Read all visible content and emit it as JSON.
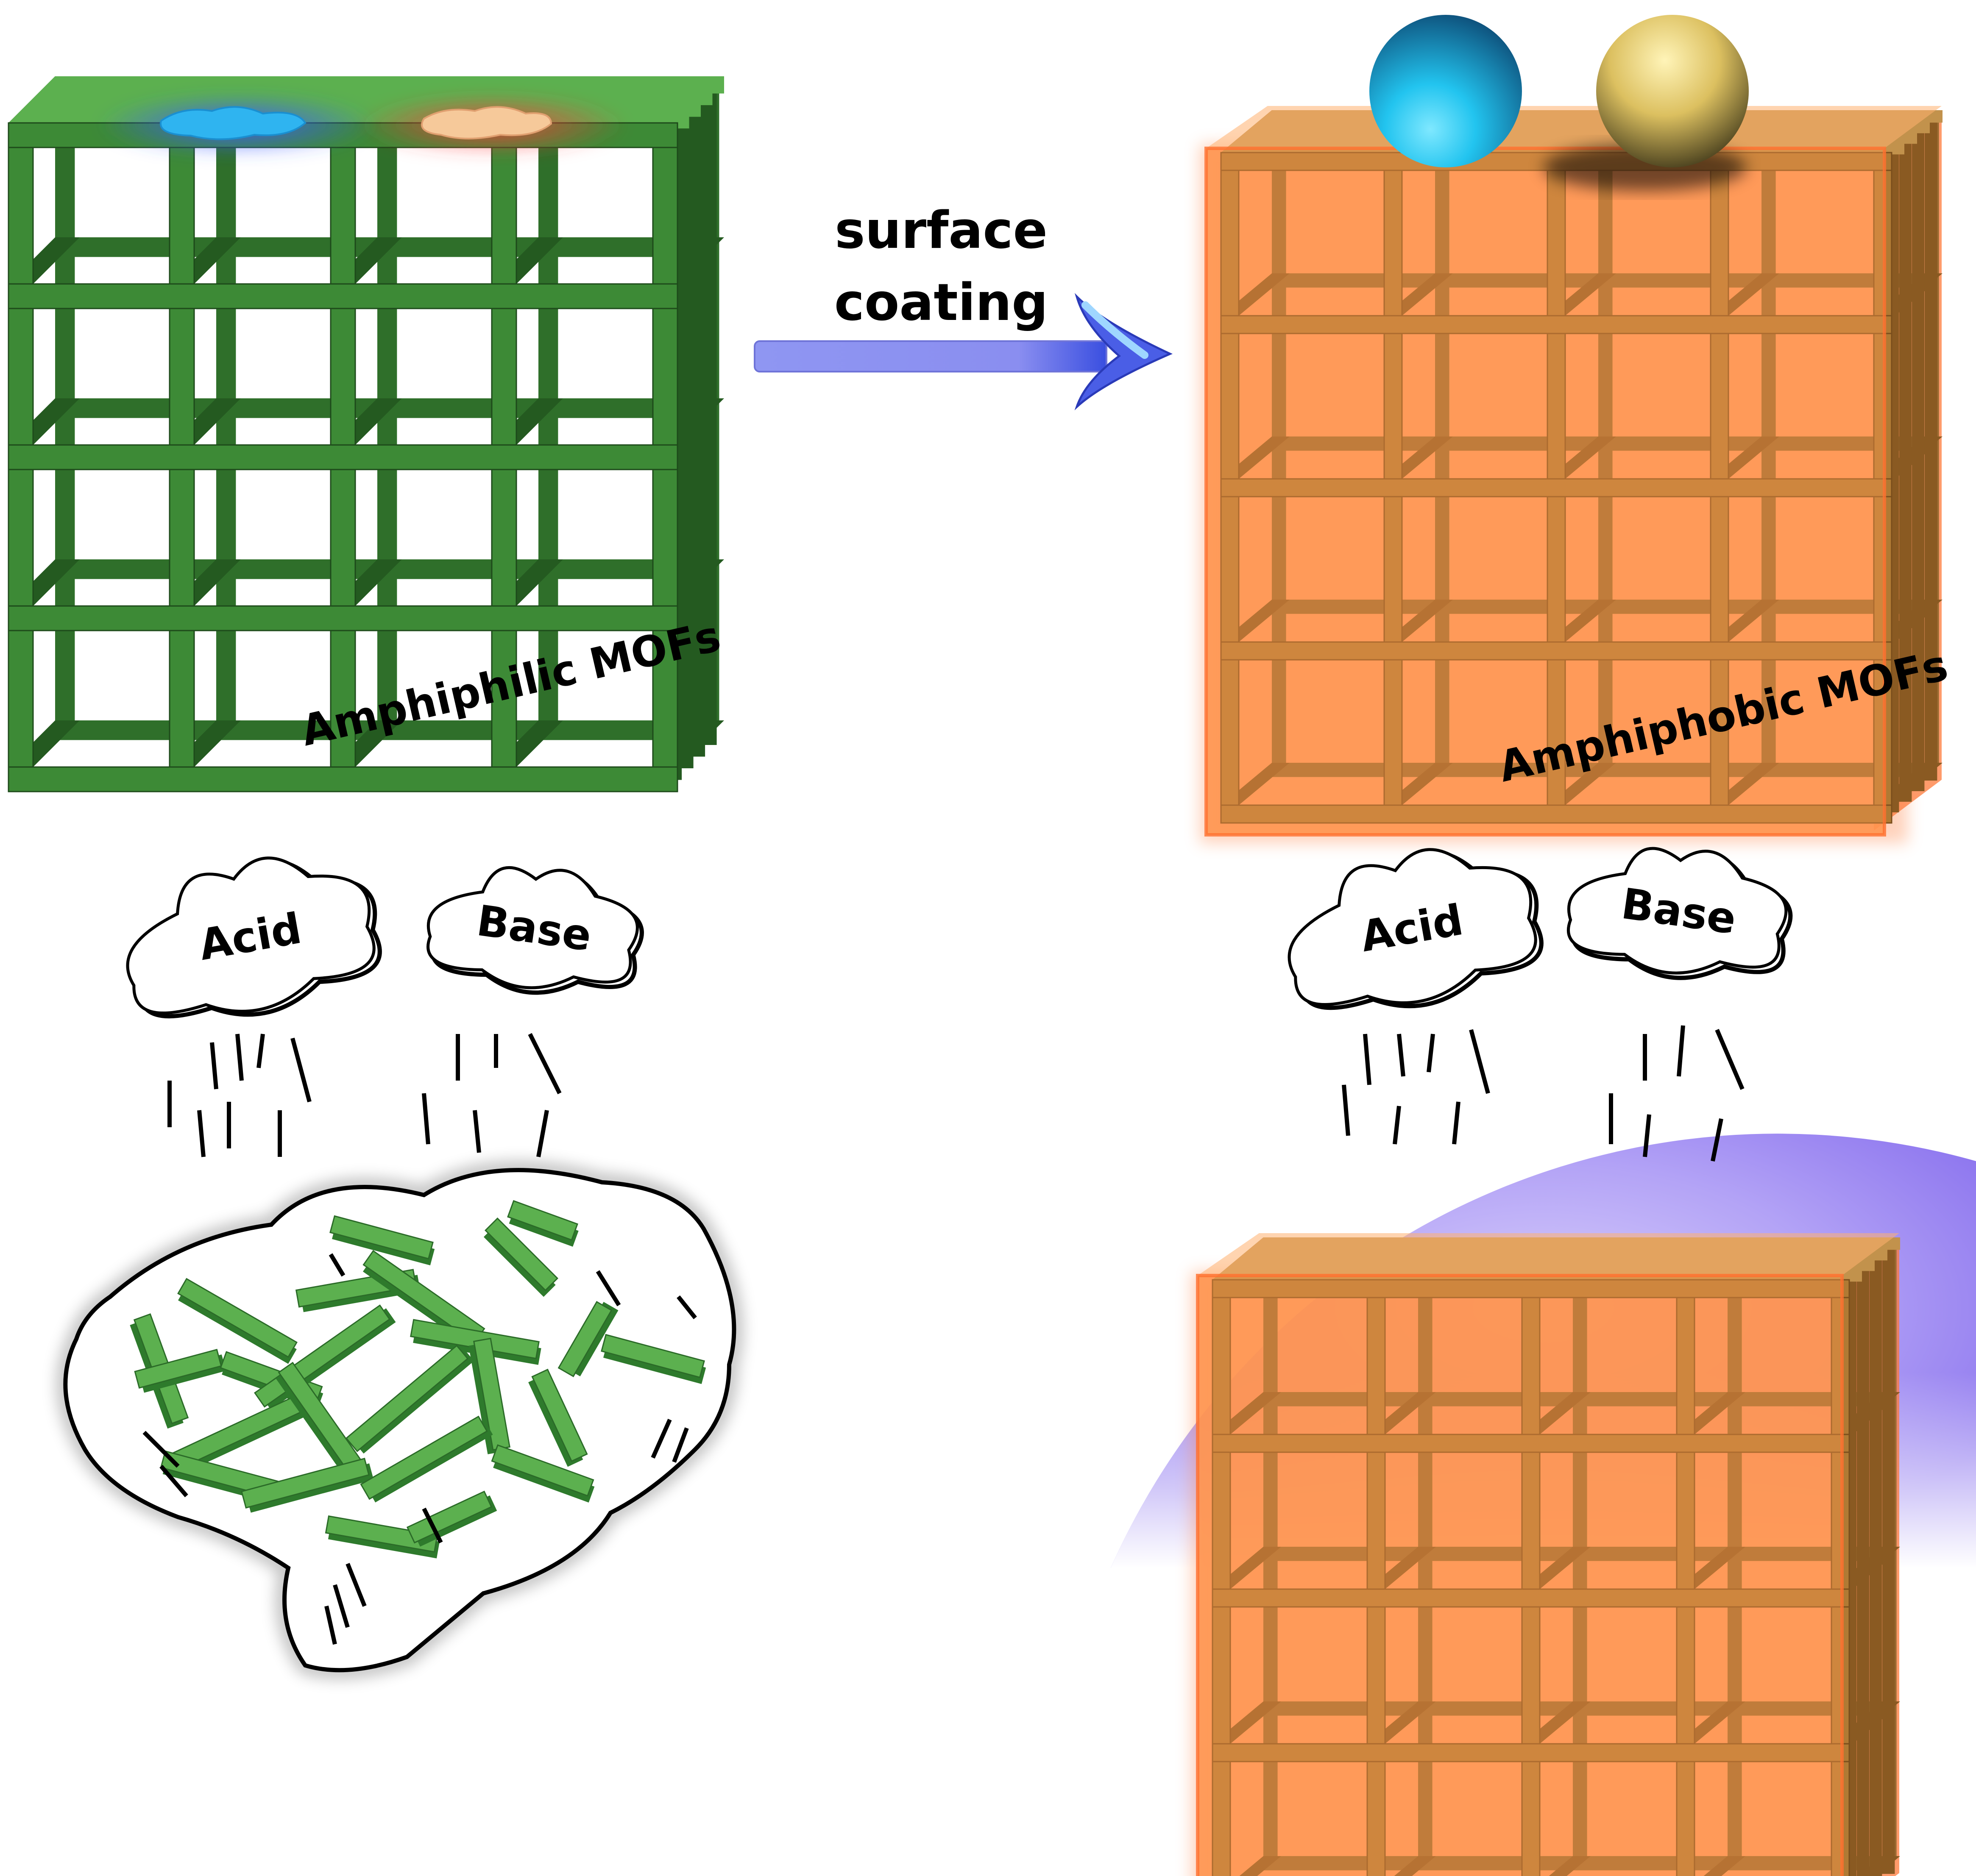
{
  "labels": {
    "arrow_line1": "surface",
    "arrow_line2": "coating",
    "left_cube": "Amphiphilic MOFs",
    "right_cube": "Amphiphobic MOFs",
    "acid": "Acid",
    "base": "Base"
  },
  "colors": {
    "mof_green": "#3d8a36",
    "mof_green_dark": "#245a20",
    "mof_green_light": "#5cb04f",
    "coating_orange": "#ff8040",
    "frame_brown": "#a06a28",
    "shield_purple": "#9d88f0",
    "drop_blue": "#36b8ee",
    "drop_gold": "#e8c25a",
    "arrow_blue": "#8a8cf0"
  }
}
